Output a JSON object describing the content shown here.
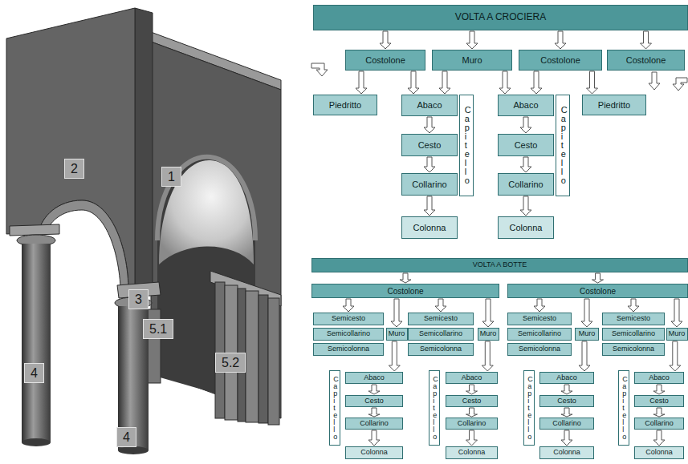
{
  "diagram": {
    "nodes": [
      {
        "text": [
          "VOLTA A CROCIERA"
        ]
      },
      {
        "text": [
          "Costolone"
        ]
      },
      {
        "text": [
          "Muro"
        ]
      },
      {
        "text": [
          "Costolone"
        ]
      },
      {
        "text": [
          "Costolone"
        ]
      },
      {
        "text": [
          "Piedritto"
        ]
      },
      {
        "text": [
          "Abaco"
        ]
      },
      {
        "text": [
          "Cesto"
        ]
      },
      {
        "text": [
          "Collarino"
        ]
      },
      {
        "text": [
          "Colonna"
        ]
      },
      {
        "text": [
          "Capitello"
        ]
      },
      {
        "text": [
          "Abaco"
        ]
      },
      {
        "text": [
          "Cesto"
        ]
      },
      {
        "text": [
          "Collarino"
        ]
      },
      {
        "text": [
          "Colonna"
        ]
      },
      {
        "text": [
          "Capitello"
        ]
      },
      {
        "text": [
          "Piedritto"
        ]
      },
      {
        "text": [
          "VOLTA A BOTTE"
        ]
      },
      {
        "text": [
          "Costolone"
        ]
      },
      {
        "text": [
          "Costolone"
        ]
      },
      {
        "text": [
          "Semicesto"
        ]
      },
      {
        "text": [
          "Semicollarino"
        ]
      },
      {
        "text": [
          "Semicolonna"
        ]
      },
      {
        "text": [
          "Muro"
        ]
      },
      {
        "text": [
          "Semicesto"
        ]
      },
      {
        "text": [
          "Semicollarino"
        ]
      },
      {
        "text": [
          "Semicolonna"
        ]
      },
      {
        "text": [
          "Muro"
        ]
      },
      {
        "text": [
          "Semicesto"
        ]
      },
      {
        "text": [
          "Semicollarino"
        ]
      },
      {
        "text": [
          "Semicolonna"
        ]
      },
      {
        "text": [
          "Muro"
        ]
      },
      {
        "text": [
          "Semicesto"
        ]
      },
      {
        "text": [
          "Semicollarino"
        ]
      },
      {
        "text": [
          "Semicolonna"
        ]
      },
      {
        "text": [
          "Muro"
        ]
      },
      {
        "text": [
          "Capitello"
        ]
      },
      {
        "text": [
          "Abaco"
        ]
      },
      {
        "text": [
          "Cesto"
        ]
      },
      {
        "text": [
          "Collarino"
        ]
      },
      {
        "text": [
          "Colonna"
        ]
      },
      {
        "text": [
          "Capitello"
        ]
      },
      {
        "text": [
          "Abaco"
        ]
      },
      {
        "text": [
          "Cesto"
        ]
      },
      {
        "text": [
          "Collarino"
        ]
      },
      {
        "text": [
          "Colonna"
        ]
      },
      {
        "text": [
          "Capitello"
        ]
      },
      {
        "text": [
          "Abaco"
        ]
      },
      {
        "text": [
          "Cesto"
        ]
      },
      {
        "text": [
          "Collarino"
        ]
      },
      {
        "text": [
          "Colonna"
        ]
      },
      {
        "text": [
          "Capitello"
        ]
      },
      {
        "text": [
          "Abaco"
        ]
      },
      {
        "text": [
          "Cesto"
        ]
      },
      {
        "text": [
          "Collarino"
        ]
      },
      {
        "text": [
          "Colonna"
        ]
      }
    ],
    "edges": [
      {
        "from": 0,
        "to": 1,
        "arrow": "to"
      },
      {
        "from": 0,
        "to": 2,
        "arrow": "to"
      },
      {
        "from": 0,
        "to": 3,
        "arrow": "to"
      },
      {
        "from": 0,
        "to": 4,
        "arrow": "to"
      },
      {
        "from": 1,
        "to": 5,
        "arrow": "to"
      },
      {
        "from": 1,
        "to": 6,
        "arrow": "to"
      },
      {
        "from": 2,
        "to": 6,
        "arrow": "to"
      },
      {
        "from": 2,
        "to": 11,
        "arrow": "to"
      },
      {
        "from": 3,
        "to": 11,
        "arrow": "to"
      },
      {
        "from": 3,
        "to": 16,
        "arrow": "to"
      },
      {
        "from": 6,
        "to": 7,
        "arrow": "to"
      },
      {
        "from": 7,
        "to": 8,
        "arrow": "to"
      },
      {
        "from": 8,
        "to": 9,
        "arrow": "to"
      },
      {
        "from": 11,
        "to": 12,
        "arrow": "to"
      },
      {
        "from": 12,
        "to": 13,
        "arrow": "to"
      },
      {
        "from": 13,
        "to": 14,
        "arrow": "to"
      },
      {
        "from": 17,
        "to": 18,
        "arrow": "to"
      },
      {
        "from": 17,
        "to": 19,
        "arrow": "to"
      },
      {
        "from": 18,
        "to": 20,
        "arrow": "to"
      },
      {
        "from": 18,
        "to": 23,
        "arrow": "to"
      },
      {
        "from": 18,
        "to": 24,
        "arrow": "to"
      },
      {
        "from": 18,
        "to": 27,
        "arrow": "to"
      },
      {
        "from": 19,
        "to": 28,
        "arrow": "to"
      },
      {
        "from": 19,
        "to": 31,
        "arrow": "to"
      },
      {
        "from": 19,
        "to": 32,
        "arrow": "to"
      },
      {
        "from": 19,
        "to": 35,
        "arrow": "to"
      },
      {
        "from": 23,
        "to": 37,
        "arrow": "to"
      },
      {
        "from": 27,
        "to": 42,
        "arrow": "to"
      },
      {
        "from": 31,
        "to": 47,
        "arrow": "to"
      },
      {
        "from": 35,
        "to": 52,
        "arrow": "to"
      },
      {
        "from": 37,
        "to": 38,
        "arrow": "to"
      },
      {
        "from": 38,
        "to": 39,
        "arrow": "to"
      },
      {
        "from": 39,
        "to": 40,
        "arrow": "to"
      },
      {
        "from": 42,
        "to": 43,
        "arrow": "to"
      },
      {
        "from": 43,
        "to": 44,
        "arrow": "to"
      },
      {
        "from": 44,
        "to": 45,
        "arrow": "to"
      },
      {
        "from": 47,
        "to": 48,
        "arrow": "to"
      },
      {
        "from": 48,
        "to": 49,
        "arrow": "to"
      },
      {
        "from": 49,
        "to": 50,
        "arrow": "to"
      },
      {
        "from": 52,
        "to": 53,
        "arrow": "to"
      },
      {
        "from": 53,
        "to": 54,
        "arrow": "to"
      },
      {
        "from": 54,
        "to": 55,
        "arrow": "to"
      }
    ],
    "labels": [
      "2",
      "1",
      "3",
      "5.1",
      "5.2",
      "4",
      "4"
    ]
  }
}
